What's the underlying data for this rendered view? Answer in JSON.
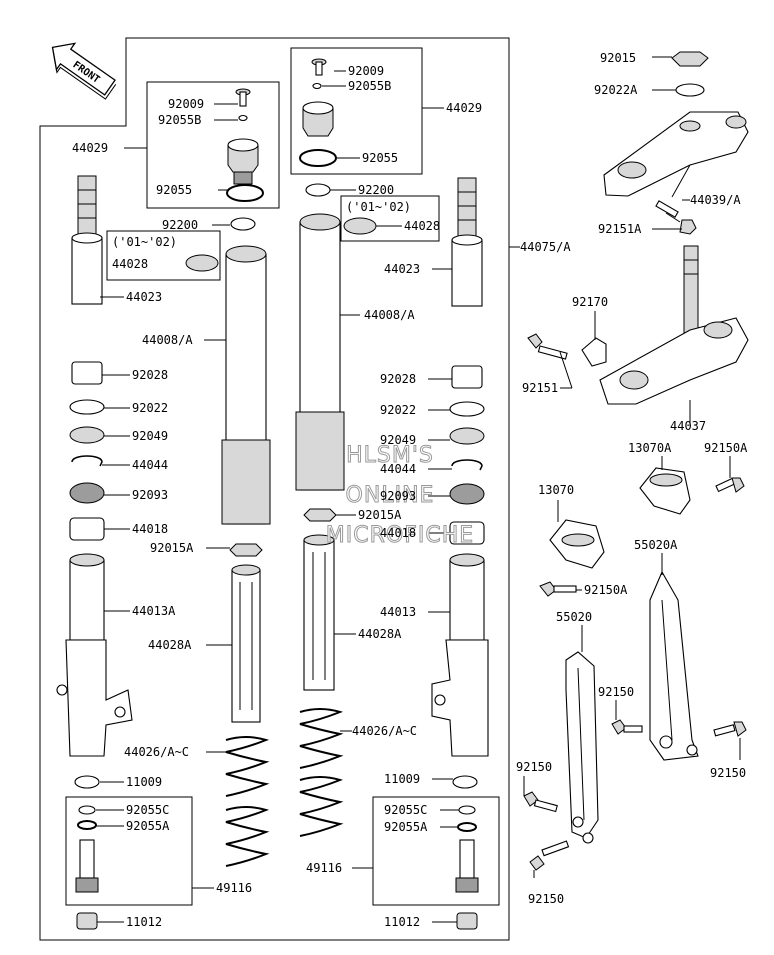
{
  "direction_label": "FRONT",
  "watermark": [
    "HLSM'S",
    "ONLINE",
    "MICROFICHE"
  ],
  "labels": {
    "p92015": "92015",
    "p92022A": "92022A",
    "p44039A": "44039/A",
    "p92151A": "92151A",
    "p44075A": "44075/A",
    "p92170": "92170",
    "p92151": "92151",
    "p44037": "44037",
    "p13070A": "13070A",
    "p92150A_top": "92150A",
    "p13070": "13070",
    "p92150A_mid": "92150A",
    "p55020A": "55020A",
    "p55020": "55020",
    "p92150_mid": "92150",
    "p92150_right": "92150",
    "p92150_left": "92150",
    "p92150_bottom": "92150",
    "l44029_left": "44029",
    "l92009": "92009",
    "l92055B": "92055B",
    "l92055": "92055",
    "l92200": "92200",
    "l_yr": "('01~'02)",
    "l44028": "44028",
    "l44023": "44023",
    "l44008A": "44008/A",
    "l92028": "92028",
    "l92022": "92022",
    "l92049": "92049",
    "l44044": "44044",
    "l92093": "92093",
    "l44018": "44018",
    "l92015A": "92015A",
    "l44013A": "44013A",
    "l44028A": "44028A",
    "l44026": "44026/A~C",
    "l11009": "11009",
    "l92055C": "92055C",
    "l92055A": "92055A",
    "l49116": "49116",
    "l11012": "11012",
    "r92009": "92009",
    "r92055B": "92055B",
    "r44029": "44029",
    "r92055": "92055",
    "r92200": "92200",
    "r_yr": "('01~'02)",
    "r44028": "44028",
    "r44023": "44023",
    "r44008A": "44008/A",
    "r92028": "92028",
    "r92022": "92022",
    "r92049": "92049",
    "r44044": "44044",
    "r92093": "92093",
    "r92015A": "92015A",
    "r44018": "44018",
    "r44013": "44013",
    "r44028A": "44028A",
    "r44026": "44026/A~C",
    "r11009": "11009",
    "r92055C": "92055C",
    "r92055A": "92055A",
    "r49116": "49116",
    "r11012": "11012"
  }
}
